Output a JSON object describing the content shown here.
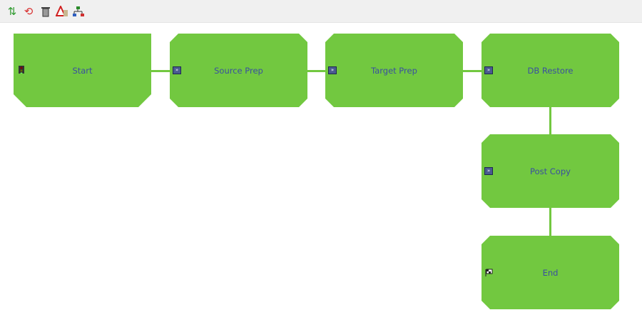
{
  "toolbar": {
    "icons": [
      "refresh-icon",
      "reload-icon",
      "trash-icon",
      "warning-icon",
      "hierarchy-icon"
    ]
  },
  "nodes": {
    "start": "Start",
    "source_prep": "Source Prep",
    "target_prep": "Target Prep",
    "db_restore": "DB Restore",
    "post_copy": "Post Copy",
    "end": "End"
  },
  "colors": {
    "node": "#72c840",
    "label": "#3a4fa0"
  }
}
